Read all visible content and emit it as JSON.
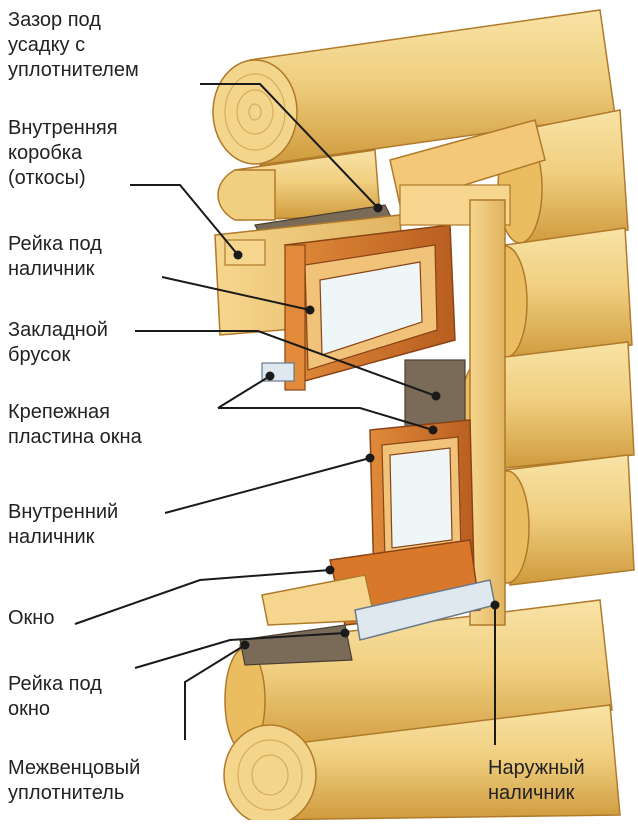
{
  "diagram": {
    "labels": [
      {
        "id": "gap",
        "lines": [
          "Зазор под",
          "усадку с",
          "уплотнителем"
        ]
      },
      {
        "id": "inner_box",
        "lines": [
          "Внутренняя",
          "коробка",
          "(откосы)"
        ]
      },
      {
        "id": "trim_rail",
        "lines": [
          "Рейка под",
          "наличник"
        ]
      },
      {
        "id": "embedded_bar",
        "lines": [
          "Закладной",
          "брусок"
        ]
      },
      {
        "id": "mount_plate",
        "lines": [
          "Крепежная",
          "пластина окна"
        ]
      },
      {
        "id": "inner_trim",
        "lines": [
          "Внутренний",
          "наличник"
        ]
      },
      {
        "id": "window",
        "lines": [
          "Окно"
        ]
      },
      {
        "id": "window_rail",
        "lines": [
          "Рейка под",
          "окно"
        ]
      },
      {
        "id": "seal",
        "lines": [
          "Межвенцовый",
          "уплотнитель"
        ]
      },
      {
        "id": "outer_trim",
        "lines": [
          "Наружный",
          "наличник"
        ]
      }
    ]
  },
  "colors": {
    "log_light": "#f3d58c",
    "log_mid": "#e9bd60",
    "log_dark": "#c98f2e",
    "frame_orange": "#d9772b",
    "frame_dark": "#a9521c",
    "glass": "#eef6f8",
    "seal_brown": "#7a6a58",
    "sill_blue": "#dfe7ef",
    "leader": "#1a1a1a"
  }
}
